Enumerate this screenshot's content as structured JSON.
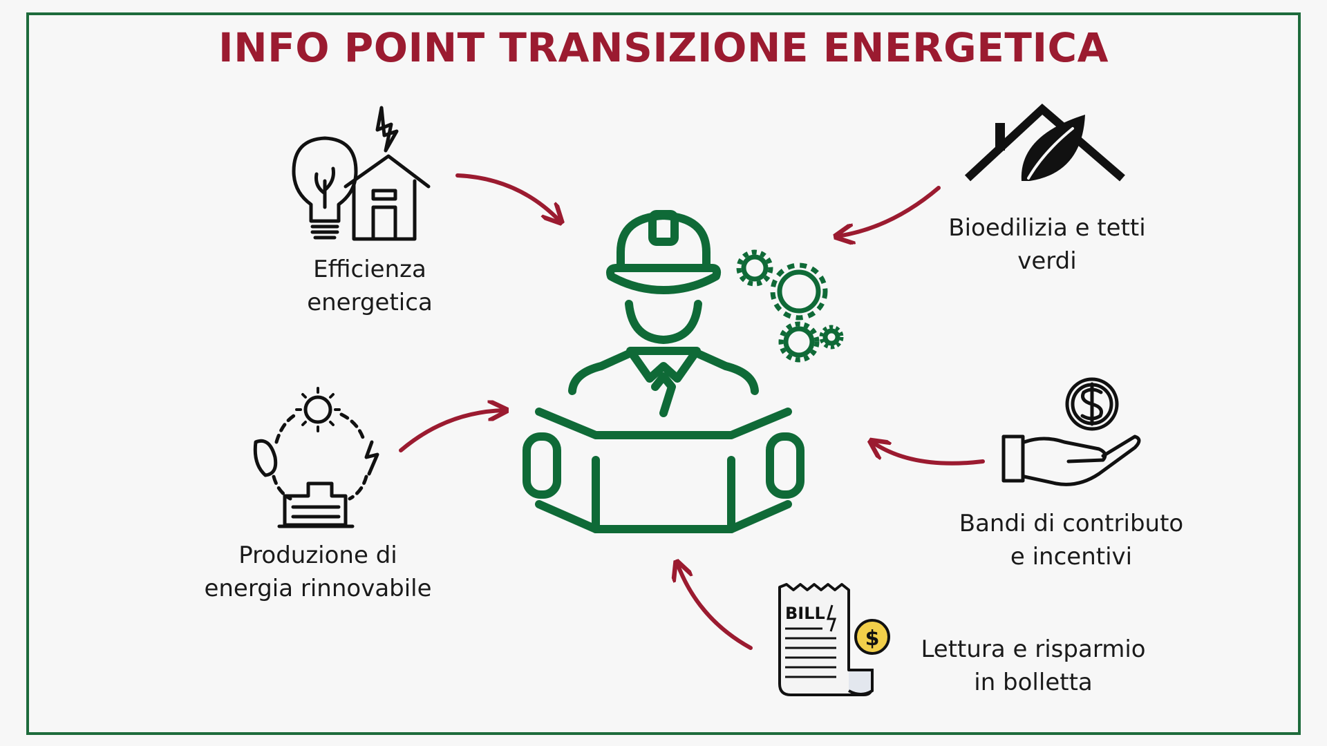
{
  "title": "INFO POINT TRANSIZIONE ENERGETICA",
  "colors": {
    "title": "#9b1b30",
    "frame": "#1e6b3c",
    "icon_green": "#0f6a37",
    "arrow": "#9b1b30",
    "coin": "#f2cf4a"
  },
  "items": [
    {
      "id": "efficienza",
      "icon": "lightbulb-house-icon",
      "lines": [
        "Efficienza",
        "energetica"
      ]
    },
    {
      "id": "bioedilizia",
      "icon": "leaf-roof-icon",
      "lines": [
        "Bioedilizia e tetti",
        "verdi"
      ]
    },
    {
      "id": "produzione",
      "icon": "renewable-cycle-icon",
      "lines": [
        "Produzione di",
        "energia rinnovabile"
      ]
    },
    {
      "id": "bandi",
      "icon": "hand-coin-icon",
      "lines": [
        "Bandi di contributo",
        "e incentivi"
      ]
    },
    {
      "id": "bolletta",
      "icon": "bill-icon",
      "lines": [
        "Lettura e risparmio",
        "in bolletta"
      ],
      "bill_text": "BILL",
      "coin_symbol": "$"
    }
  ],
  "center": {
    "icon": "engineer-icon",
    "gears": "gears-icon"
  }
}
